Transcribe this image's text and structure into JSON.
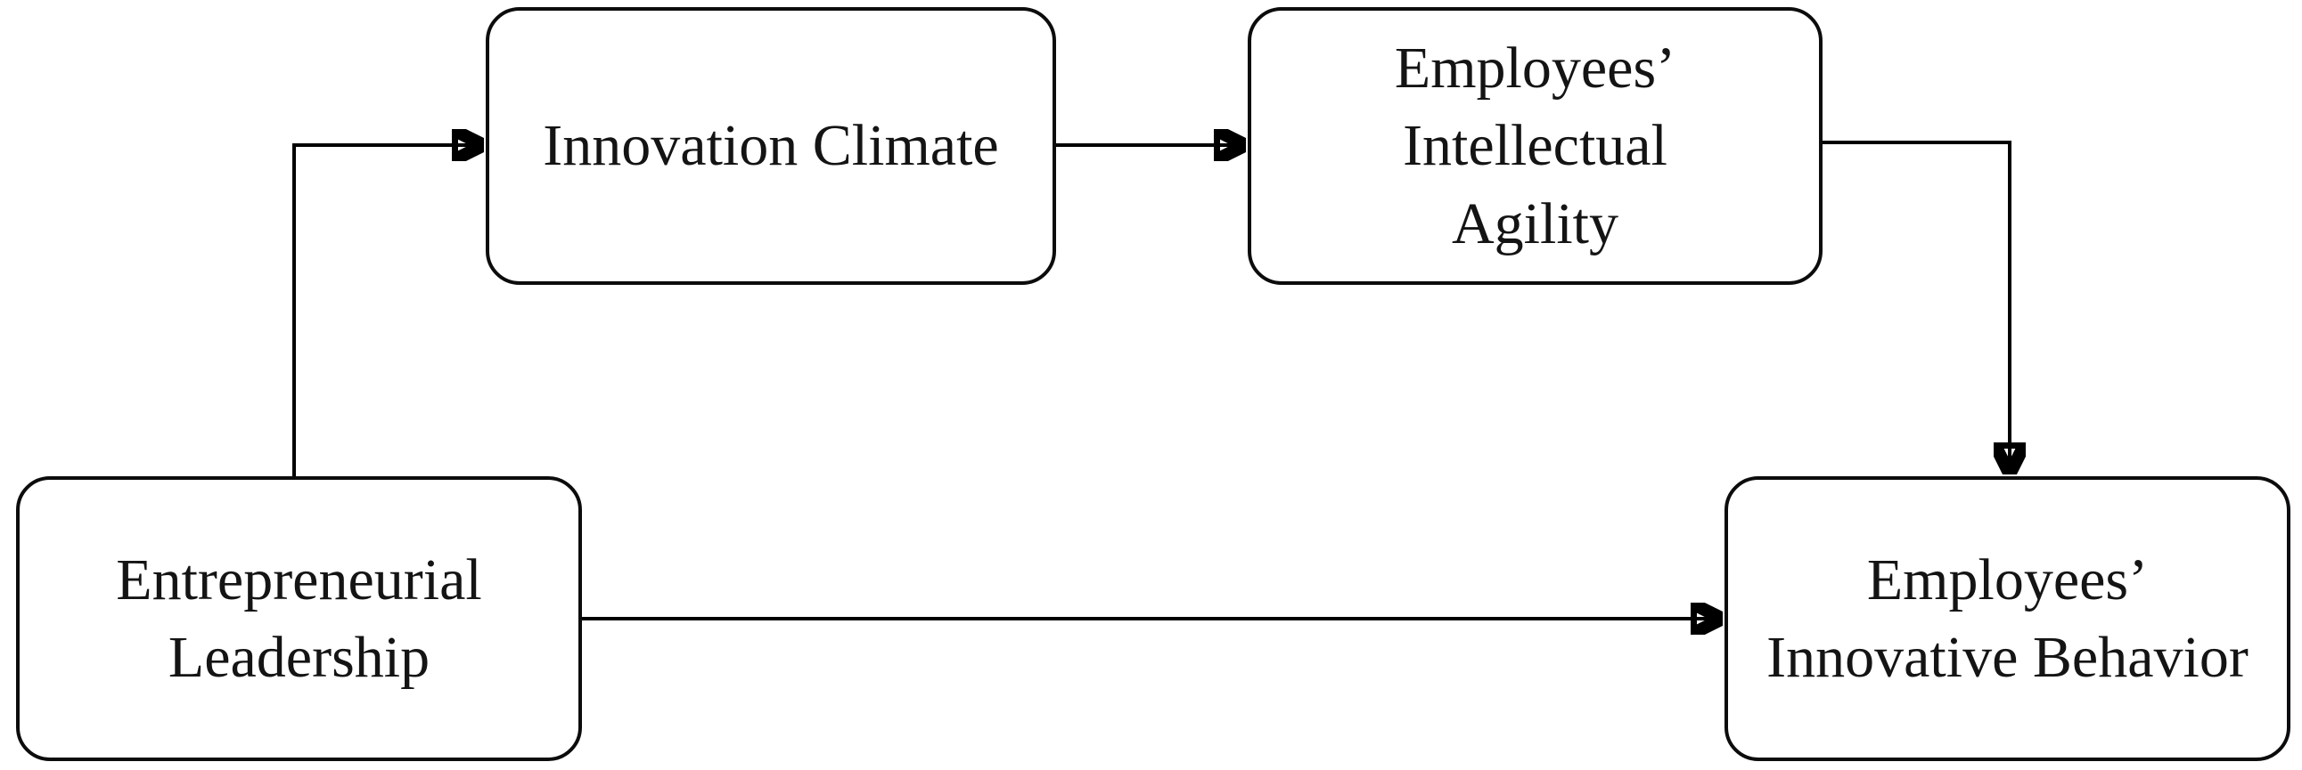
{
  "diagram": {
    "type": "conceptual-model",
    "nodes": {
      "entrepreneurial_leadership": {
        "label": "Entrepreneurial\nLeadership"
      },
      "innovation_climate": {
        "label": "Innovation Climate"
      },
      "employees_intellectual_agility": {
        "label": "Employees’ Intellectual\nAgility"
      },
      "employees_innovative_behavior": {
        "label": "Employees’\nInnovative Behavior"
      }
    },
    "edges": [
      {
        "from": "entrepreneurial_leadership",
        "to": "innovation_climate",
        "style": "elbow-up-right"
      },
      {
        "from": "innovation_climate",
        "to": "employees_intellectual_agility",
        "style": "straight"
      },
      {
        "from": "employees_intellectual_agility",
        "to": "employees_innovative_behavior",
        "style": "elbow-right-down"
      },
      {
        "from": "entrepreneurial_leadership",
        "to": "employees_innovative_behavior",
        "style": "straight"
      }
    ],
    "colors": {
      "line": "#000000",
      "box_border": "#0c0c0c",
      "box_fill": "#ffffff",
      "text": "#141414",
      "background": "#ffffff"
    }
  }
}
